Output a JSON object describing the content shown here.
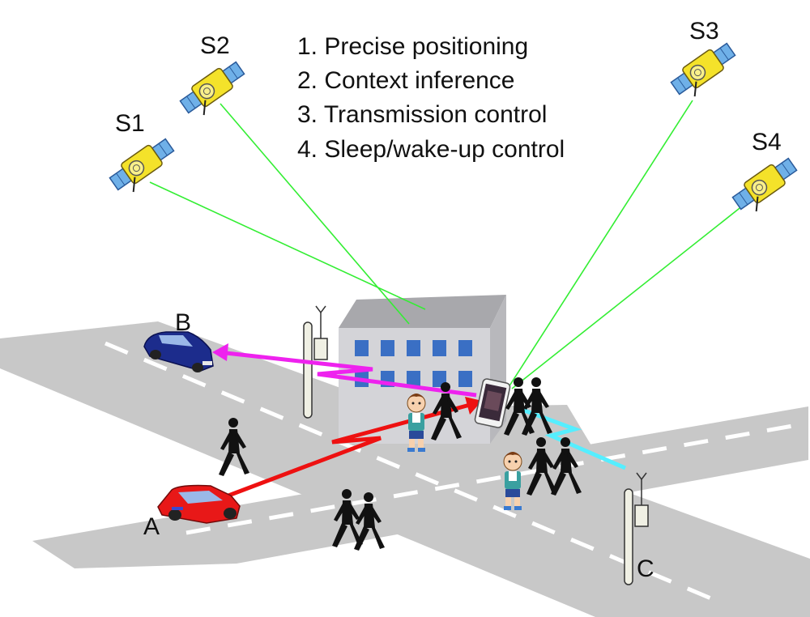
{
  "satellites": [
    {
      "label": "S1"
    },
    {
      "label": "S2"
    },
    {
      "label": "S3"
    },
    {
      "label": "S4"
    }
  ],
  "functions": [
    "1. Precise positioning",
    "2. Context inference",
    "3. Transmission control",
    "4. Sleep/wake-up control"
  ],
  "points": {
    "a": "A",
    "b": "B",
    "c": "C"
  },
  "colors": {
    "road": "#c8c8c8",
    "road_marking": "#ffffff",
    "gps_link": "#33ee33",
    "link_b": "#ee22ee",
    "link_a": "#ee1111",
    "link_c": "#55eeff",
    "building_front": "#d4d4d8",
    "building_side": "#b8b8bc",
    "building_roof": "#a8a8ac",
    "window": "#3a6fc4",
    "car_a": "#e81818",
    "car_b": "#1c2c8c",
    "pedestrian": "#111111"
  },
  "icons": [
    "satellite-icon",
    "car-icon",
    "pedestrian-icon",
    "child-icon",
    "smartphone-icon",
    "antenna-tower-icon",
    "building-icon"
  ]
}
